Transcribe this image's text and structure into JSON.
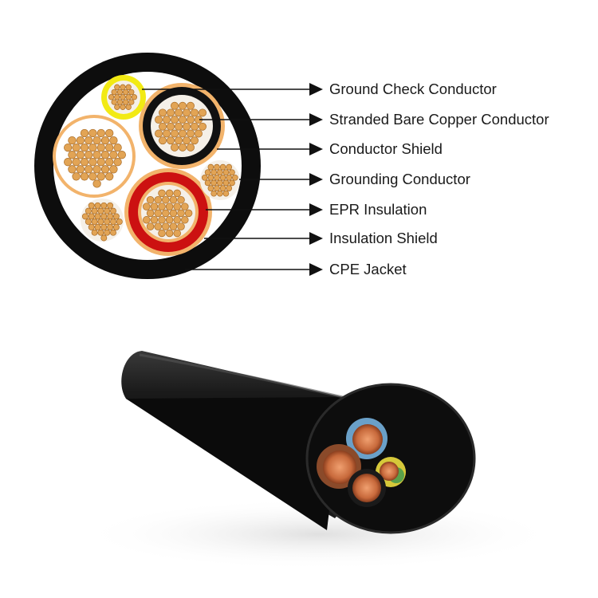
{
  "labels": [
    "Ground Check Conductor",
    "Stranded Bare Copper Conductor",
    "Conductor Shield",
    "Grounding Conductor",
    "EPR Insulation",
    "Insulation Shield",
    "CPE Jacket"
  ],
  "colors": {
    "jacket": "#0d0d0d",
    "copper": "#e2a455",
    "copper_edge": "#a86a24",
    "shield": "#f2b36b",
    "ground_check": "#f2ea14",
    "epr": "#cc1111",
    "conductor_shield": "#111111"
  },
  "icons": [
    "arrow-right-icon"
  ]
}
